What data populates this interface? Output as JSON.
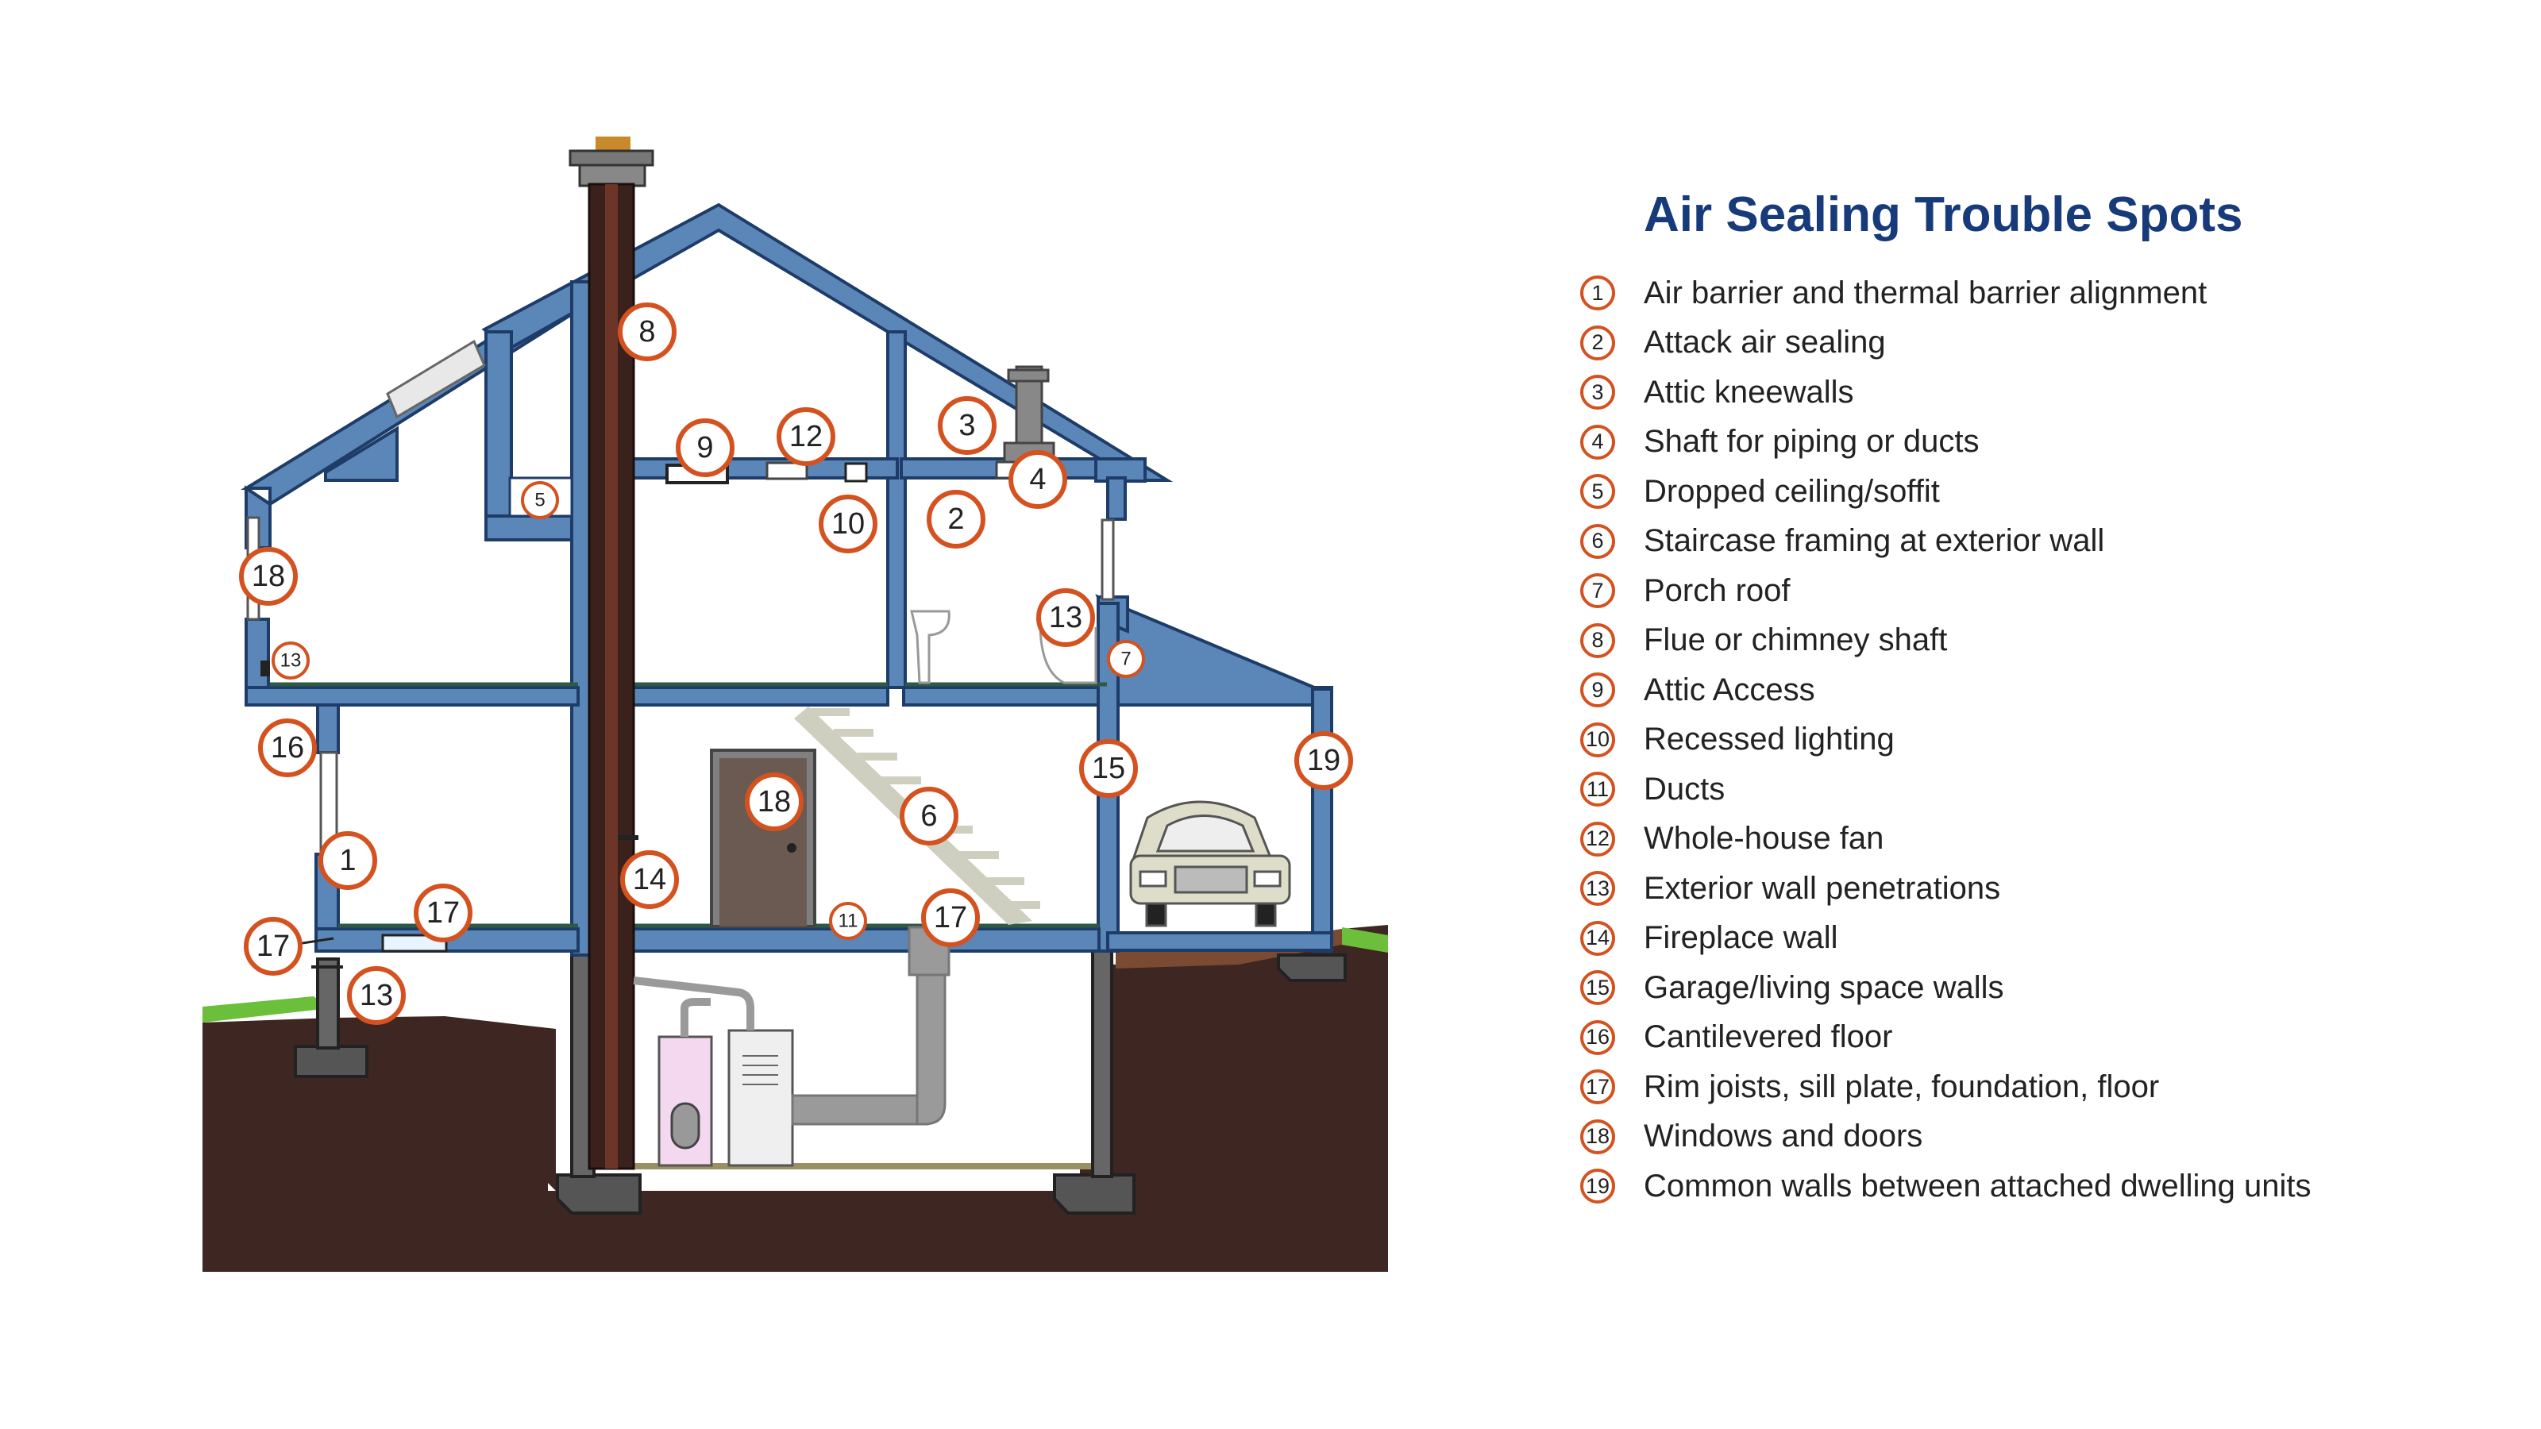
{
  "legend": {
    "title": "Air Sealing Trouble Spots",
    "items": [
      {
        "number": "1",
        "label": "Air barrier and thermal barrier alignment"
      },
      {
        "number": "2",
        "label": "Attack air sealing"
      },
      {
        "number": "3",
        "label": "Attic kneewalls"
      },
      {
        "number": "4",
        "label": "Shaft for piping or ducts"
      },
      {
        "number": "5",
        "label": "Dropped ceiling/soffit"
      },
      {
        "number": "6",
        "label": "Staircase framing at exterior wall"
      },
      {
        "number": "7",
        "label": "Porch roof"
      },
      {
        "number": "8",
        "label": "Flue or chimney shaft"
      },
      {
        "number": "9",
        "label": "Attic Access"
      },
      {
        "number": "10",
        "label": "Recessed lighting"
      },
      {
        "number": "11",
        "label": "Ducts"
      },
      {
        "number": "12",
        "label": "Whole-house fan"
      },
      {
        "number": "13",
        "label": "Exterior wall penetrations"
      },
      {
        "number": "14",
        "label": "Fireplace wall"
      },
      {
        "number": "15",
        "label": "Garage/living space walls"
      },
      {
        "number": "16",
        "label": "Cantilevered floor"
      },
      {
        "number": "17",
        "label": "Rim joists, sill plate, foundation, floor"
      },
      {
        "number": "18",
        "label": "Windows and doors"
      },
      {
        "number": "19",
        "label": "Common walls between attached dwelling units"
      }
    ]
  },
  "callouts": [
    "8",
    "9",
    "12",
    "3",
    "4",
    "5",
    "10",
    "2",
    "18",
    "13",
    "13",
    "7",
    "16",
    "15",
    "19",
    "18",
    "6",
    "1",
    "14",
    "17",
    "17",
    "11",
    "17",
    "13"
  ],
  "colors": {
    "frame": "#5b86b8",
    "outline": "#1e3c68",
    "soil": "#3e2622",
    "grass": "#6cbf3a",
    "callout": "#d4521f",
    "title": "#163a7a"
  }
}
